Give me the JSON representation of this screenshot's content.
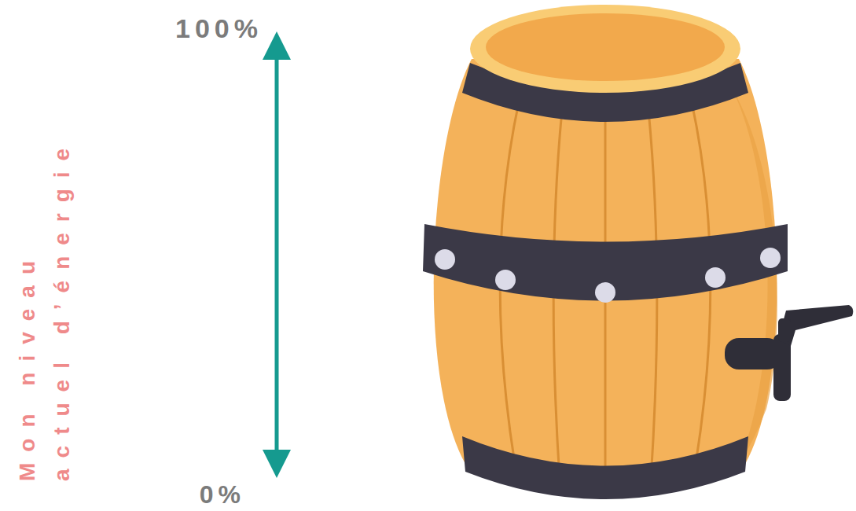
{
  "diagram": {
    "labels": [
      "100%",
      "0%",
      "Mon niveau actuel d’énergie"
    ]
  }
}
